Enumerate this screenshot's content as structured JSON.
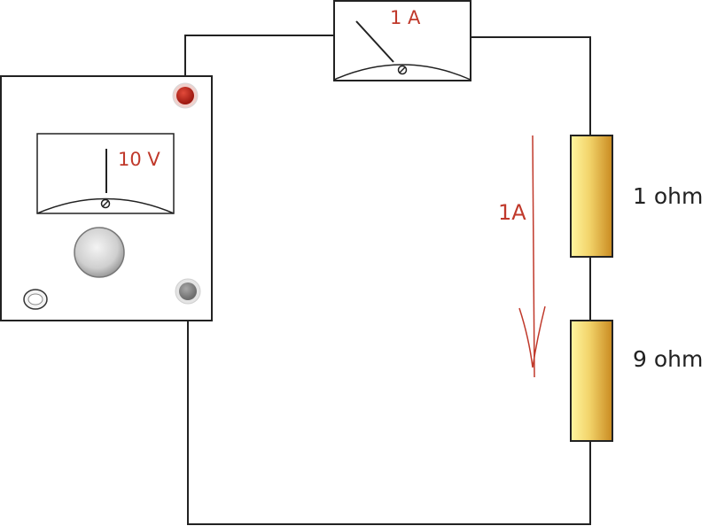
{
  "voltmeter": {
    "reading": "10 V"
  },
  "ammeter": {
    "reading": "1 A"
  },
  "current_arrow": {
    "label": "1A"
  },
  "resistors": [
    {
      "label": "1 ohm"
    },
    {
      "label": "9 ohm"
    }
  ],
  "colors": {
    "wire": "#222222",
    "accent_text": "#c0392b",
    "positive_terminal": "#c0281e",
    "negative_terminal": "#8a8a8a",
    "resistor_light": "#fff6a0",
    "resistor_dark": "#c98a20"
  }
}
